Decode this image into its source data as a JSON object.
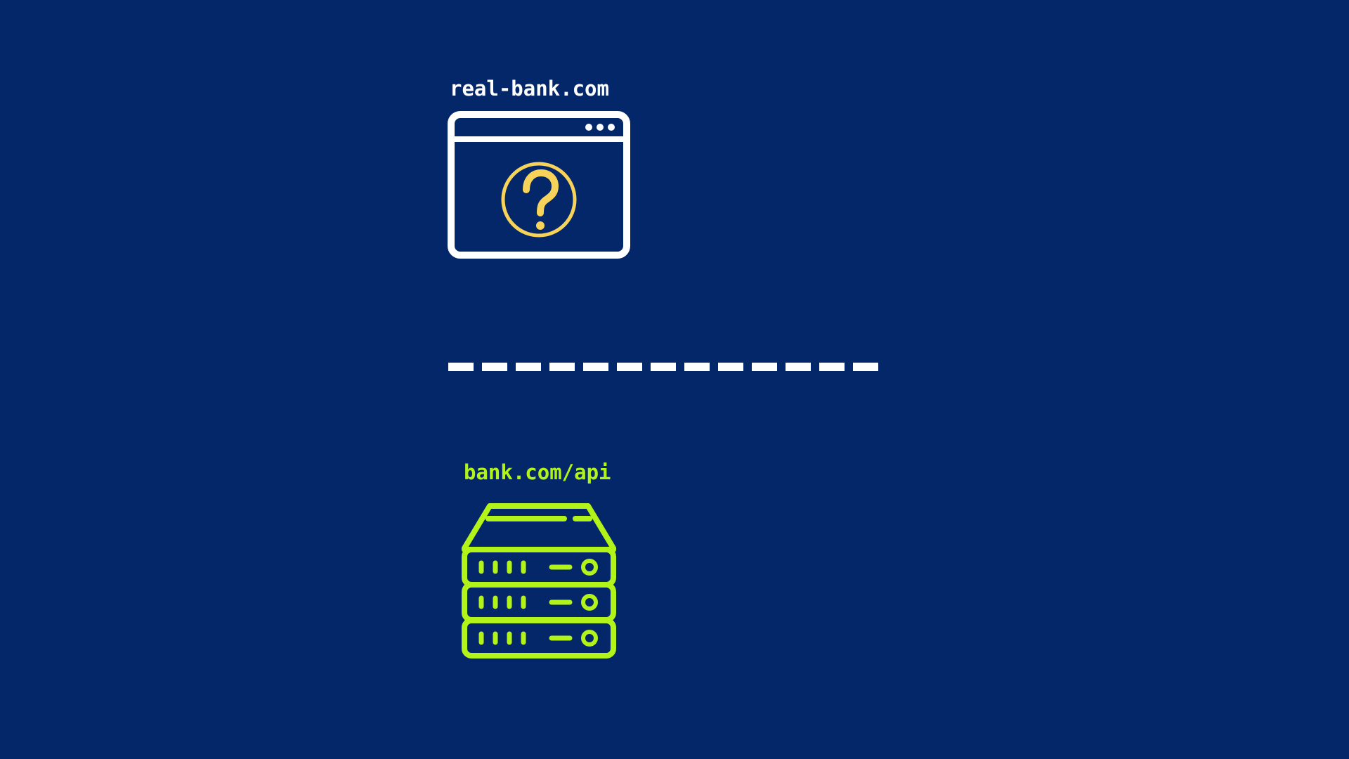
{
  "colors": {
    "background": "#04276a",
    "browser": "#ffffff",
    "question": "#f7d359",
    "server": "#b2f319",
    "divider": "#ffffff"
  },
  "browser": {
    "label": "real-bank.com",
    "icon": "browser-window-icon",
    "content_icon": "question-mark-icon"
  },
  "server": {
    "label": "bank.com/api",
    "icon": "server-stack-icon"
  },
  "divider": {
    "style": "dashed-line"
  }
}
